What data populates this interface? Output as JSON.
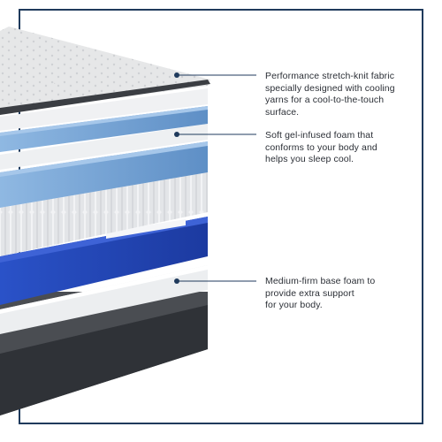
{
  "callouts": [
    {
      "name": "stretch-knit-fabric",
      "lines": [
        "Performance stretch-knit fabric",
        "specially designed with cooling",
        "yarns for a cool-to-the-touch",
        "surface."
      ]
    },
    {
      "name": "gel-infused-foam",
      "lines": [
        "Soft gel-infused foam that",
        "conforms to your body and",
        "helps you sleep cool."
      ]
    },
    {
      "name": "base-foam",
      "lines": [
        "Medium-firm base foam to",
        "provide extra support",
        "for your body."
      ]
    }
  ],
  "colors": {
    "frame": "#1f3a5c",
    "leader": "#1f3a5c",
    "gel_foam": "#7aa7d6",
    "support_blue": "#2448b8",
    "base_fabric": "#3a3d42",
    "comfort_foam": "#e9ecef"
  }
}
